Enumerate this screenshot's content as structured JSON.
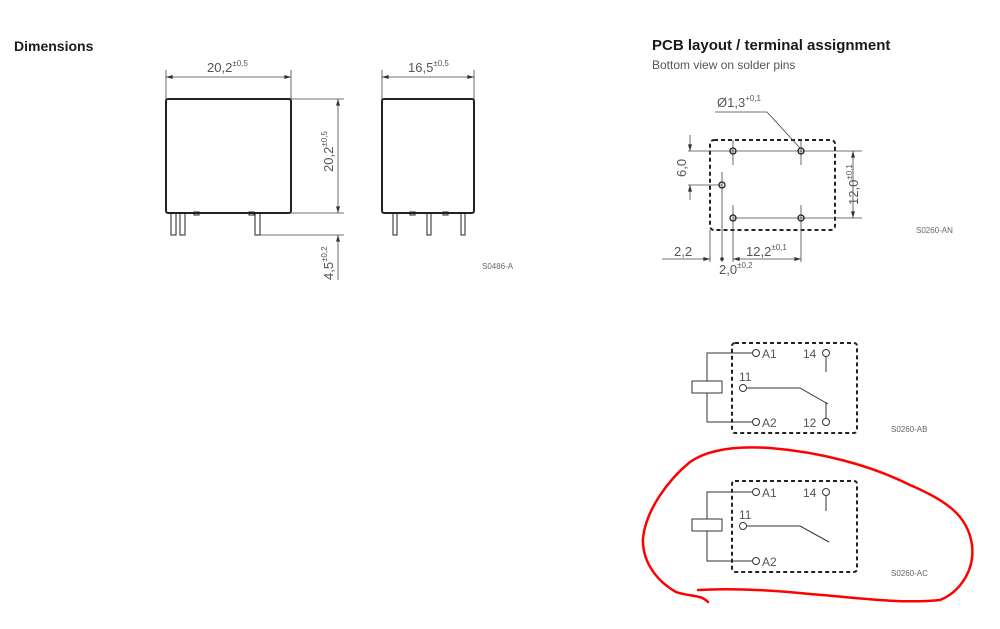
{
  "dimensions": {
    "title": "Dimensions",
    "width_front": {
      "value": "20,2",
      "tol": "±0,5"
    },
    "width_side": {
      "value": "16,5",
      "tol": "±0,5"
    },
    "height": {
      "value": "20,2",
      "tol": "±0,5"
    },
    "pin_length": {
      "value": "4,5",
      "tol": "±0,2"
    },
    "drawing_code": "S0486-A"
  },
  "pcb": {
    "title": "PCB layout / terminal assignment",
    "subtitle": "Bottom view on solder pins",
    "hole_diameter": {
      "value": "Ø1,3",
      "tol": "+0,1"
    },
    "dim_6": "6,0",
    "dim_12_vertical": {
      "value": "12,0",
      "tol": "±0,1"
    },
    "dim_2_2": "2,2",
    "dim_12_2": {
      "value": "12,2",
      "tol": "±0,1"
    },
    "dim_2_0": {
      "value": "2,0",
      "tol": "±0,2"
    },
    "drawing_code": "S0260-AN"
  },
  "schematics": [
    {
      "labels": {
        "a1": "A1",
        "a2": "A2",
        "t11": "11",
        "t14": "14",
        "t12": "12"
      },
      "drawing_code": "S0260-AB"
    },
    {
      "labels": {
        "a1": "A1",
        "a2": "A2",
        "t11": "11",
        "t14": "14"
      },
      "drawing_code": "S0260-AC",
      "highlighted": true
    }
  ],
  "colors": {
    "annotation": "#ff0000"
  }
}
